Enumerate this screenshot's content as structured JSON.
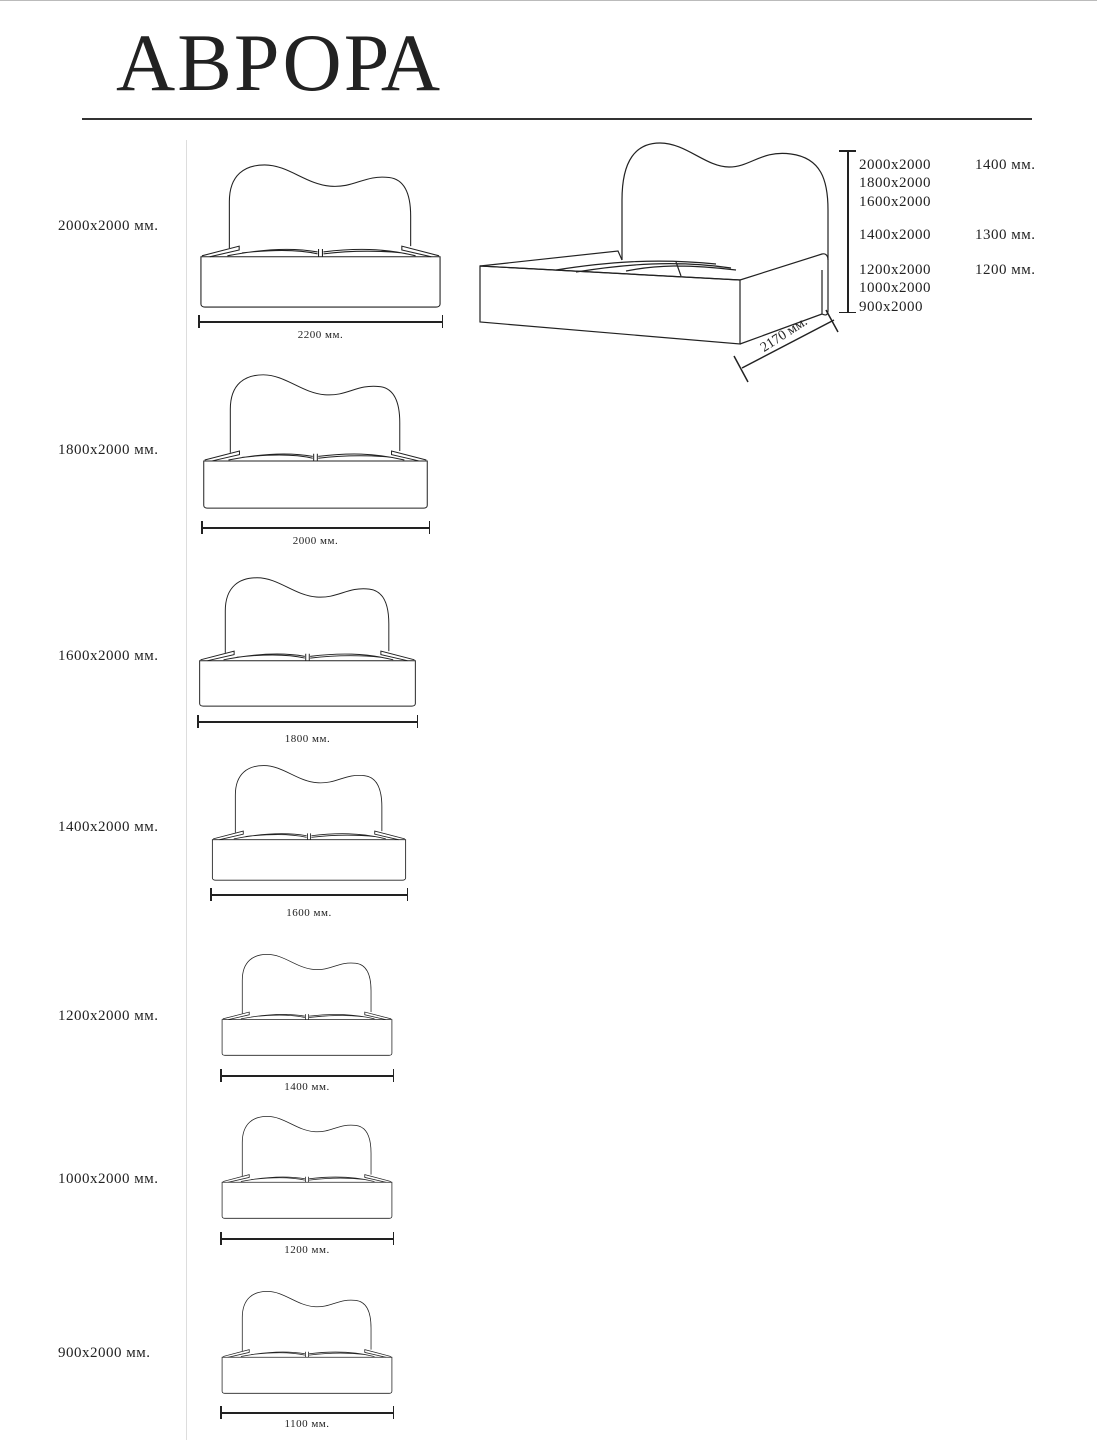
{
  "title": "АВРОРА",
  "rows": [
    {
      "size": "2000x2000 мм.",
      "width": "2200 мм."
    },
    {
      "size": "1800x2000 мм.",
      "width": "2000 мм."
    },
    {
      "size": "1600x2000 мм.",
      "width": "1800 мм."
    },
    {
      "size": "1400x2000 мм.",
      "width": "1600 мм."
    },
    {
      "size": "1200x2000 мм.",
      "width": "1400 мм."
    },
    {
      "size": "1000x2000 мм.",
      "width": "1200 мм."
    },
    {
      "size": "900x2000 мм.",
      "width": "1100 мм."
    }
  ],
  "perspective": {
    "depth": "2170 мм.",
    "sizes": [
      "2000x2000",
      "1800x2000",
      "1600x2000",
      "1400x2000",
      "1200x2000",
      "1000x2000",
      "900x2000"
    ],
    "heights": [
      {
        "value": "1400 мм."
      },
      {
        "value": "1300 мм."
      },
      {
        "value": "1200 мм."
      }
    ]
  }
}
